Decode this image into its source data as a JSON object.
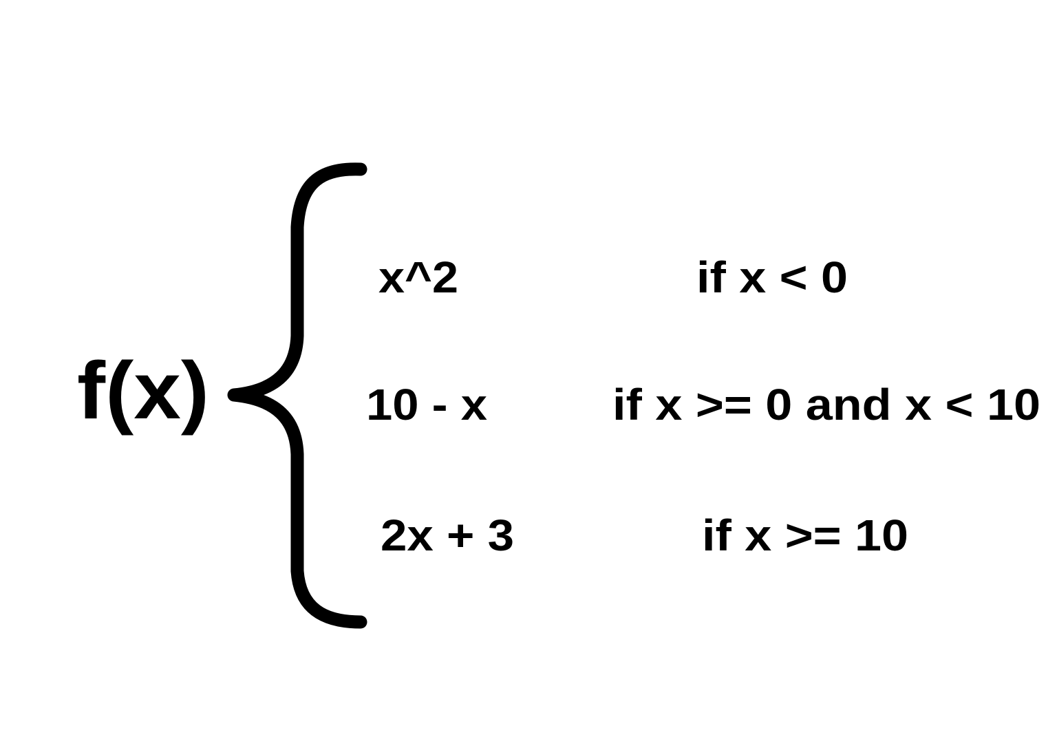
{
  "function_name": "f(x)",
  "cases": [
    {
      "expression": "x^2",
      "condition": "if x < 0"
    },
    {
      "expression": "10 - x",
      "condition": "if x >= 0 and x < 10"
    },
    {
      "expression": "2x + 3",
      "condition": "if x >= 10"
    }
  ],
  "colors": {
    "background": "#ffffff",
    "ink": "#000000"
  }
}
